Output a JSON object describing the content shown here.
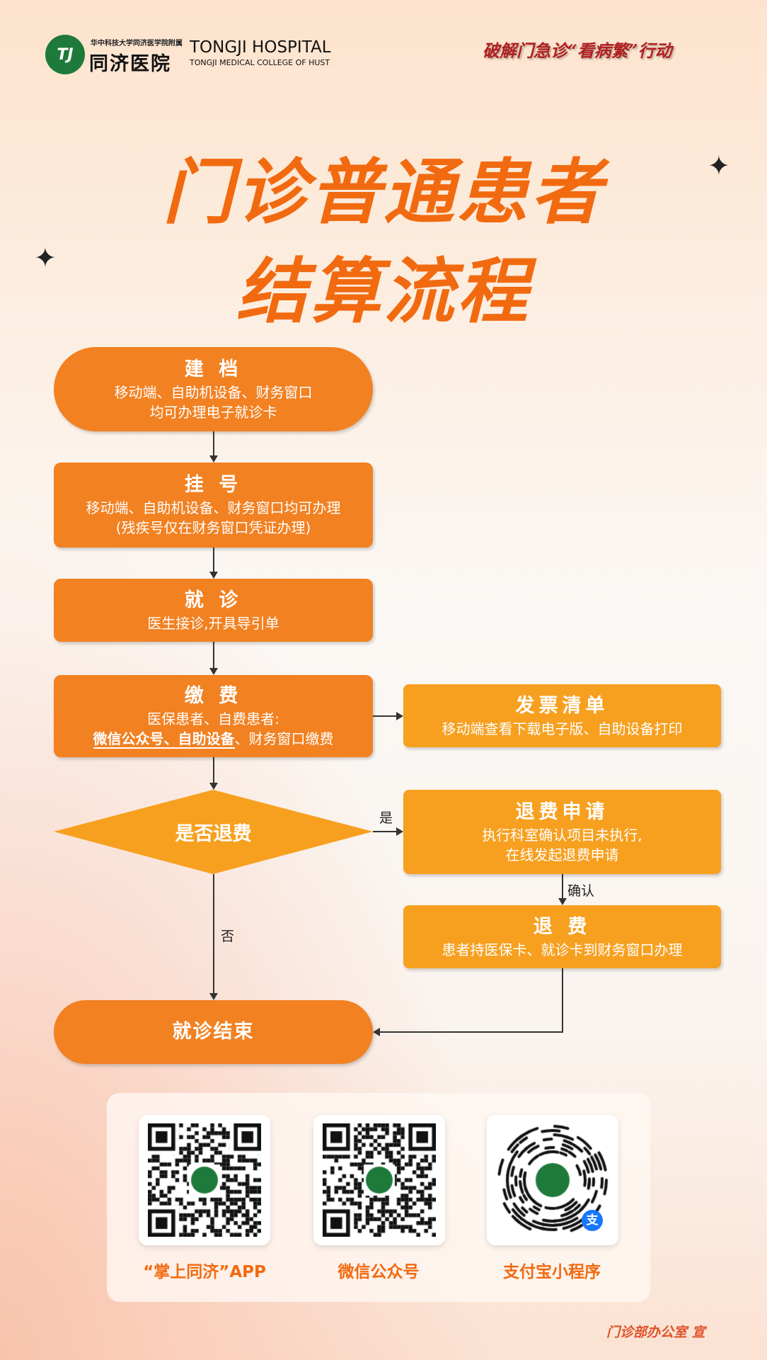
{
  "header": {
    "logo_mark": "TJ",
    "logo_subtitle": "华中科技大学同济医学院附属",
    "logo_cn": "同济医院",
    "logo_en": "TONGJI HOSPITAL",
    "logo_en_sub": "TONGJI MEDICAL COLLEGE OF HUST",
    "slogan": "破解门急诊“看病繁”行动"
  },
  "title": {
    "line1": "门诊普通患者",
    "line2": "结算流程"
  },
  "flow": {
    "jiandang": {
      "title": "建 档",
      "line1": "移动端、自助机设备、财务窗口",
      "line2": "均可办理电子就诊卡"
    },
    "guahao": {
      "title": "挂 号",
      "line1": "移动端、自助机设备、财务窗口均可办理",
      "line2": "(残疾号仅在财务窗口凭证办理)"
    },
    "jiuzhen": {
      "title": "就 诊",
      "line1": "医生接诊,开具导引单"
    },
    "jiaofei": {
      "title": "缴 费",
      "line1": "医保患者、自费患者:",
      "line2_underlined": "微信公众号、自助设备",
      "line2_rest": "、财务窗口缴费"
    },
    "fapiao": {
      "title": "发票清单",
      "line1": "移动端查看下载电子版、自助设备打印"
    },
    "decision": {
      "title": "是否退费",
      "yes": "是",
      "no": "否"
    },
    "tuifei_apply": {
      "title": "退费申请",
      "line1": "执行科室确认项目未执行,",
      "line2": "在线发起退费申请"
    },
    "confirm": "确认",
    "tuifei": {
      "title": "退 费",
      "line1": "患者持医保卡、就诊卡到财务窗口办理"
    },
    "end": {
      "title": "就诊结束"
    }
  },
  "qr": [
    {
      "label": "“掌上同济”APP"
    },
    {
      "label": "微信公众号"
    },
    {
      "label": "支付宝小程序",
      "badge": "支"
    }
  ],
  "footer": "门诊部办公室  宣",
  "colors": {
    "orange": "#f28122",
    "light_orange": "#f7a020",
    "title": "#f26a10"
  }
}
